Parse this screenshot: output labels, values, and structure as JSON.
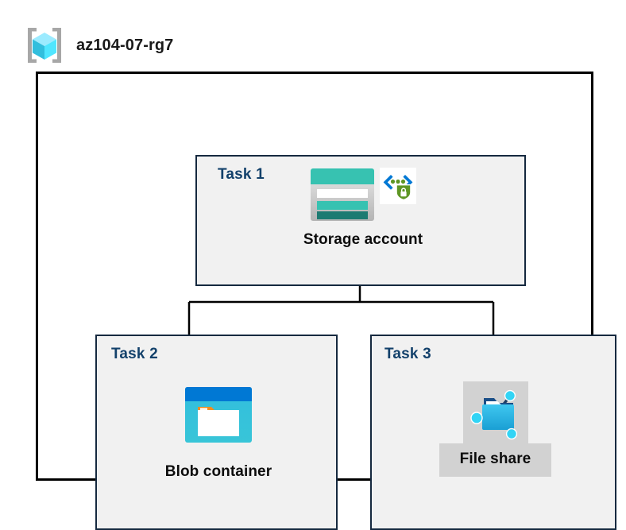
{
  "header": {
    "icon": "resource-group-icon",
    "title": "az104-07-rg7"
  },
  "container": {
    "name": "resource-group-container"
  },
  "tasks": [
    {
      "label": "Task 1",
      "node": {
        "caption": "Storage account",
        "icons": [
          "storage-account-icon",
          "secure-endpoint-shield-icon"
        ],
        "selected": false
      }
    },
    {
      "label": "Task 2",
      "node": {
        "caption": "Blob container",
        "icons": [
          "blob-container-icon"
        ],
        "selected": false
      }
    },
    {
      "label": "Task 3",
      "node": {
        "caption": "File share",
        "icons": [
          "file-share-icon"
        ],
        "selected": true
      }
    }
  ],
  "connectors": {
    "description": "Storage account branches down to Blob container and File share"
  },
  "colors": {
    "task_label": "#13416b",
    "task_box_border": "#15293f",
    "task_box_fill": "#f1f1f1",
    "container_border": "#000000",
    "caption_text": "#0c0c0c",
    "selection_plate": "#d2d2d2",
    "storage_teal": "#37c2b1",
    "storage_teal_dark": "#1d7b72",
    "blob_blue": "#0078d4",
    "blob_cyan": "#32bedd",
    "blob_orange": "#f78d1e",
    "shield_green": "#5e9624",
    "bracket_blue": "#0078d4",
    "cube_cyan": "#50e6ff",
    "bracket_gray": "#a0a0a0"
  }
}
